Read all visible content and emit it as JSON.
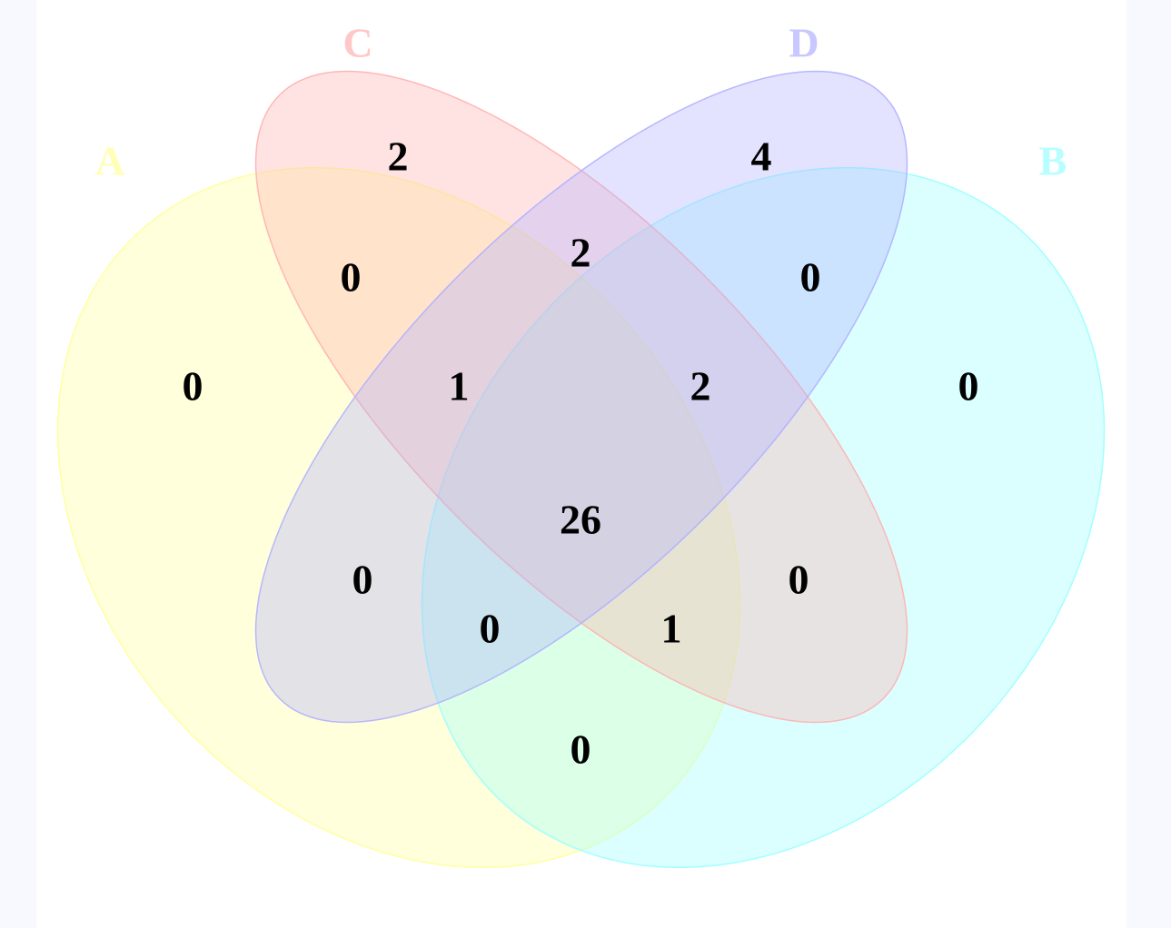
{
  "chart_data": {
    "type": "venn",
    "sets": [
      {
        "name": "A",
        "color": "#ffff99"
      },
      {
        "name": "B",
        "color": "#99ffff"
      },
      {
        "name": "C",
        "color": "#ffb0b0"
      },
      {
        "name": "D",
        "color": "#b0b0ff"
      }
    ],
    "regions": {
      "A": 0,
      "B": 0,
      "C": 2,
      "D": 4,
      "AC": 0,
      "BD": 0,
      "CD": 2,
      "ACD": 1,
      "BCD": 2,
      "ABCD": 26,
      "AD": 0,
      "BC": 0,
      "ABD": 0,
      "ABC": 1,
      "AB": 0
    }
  }
}
